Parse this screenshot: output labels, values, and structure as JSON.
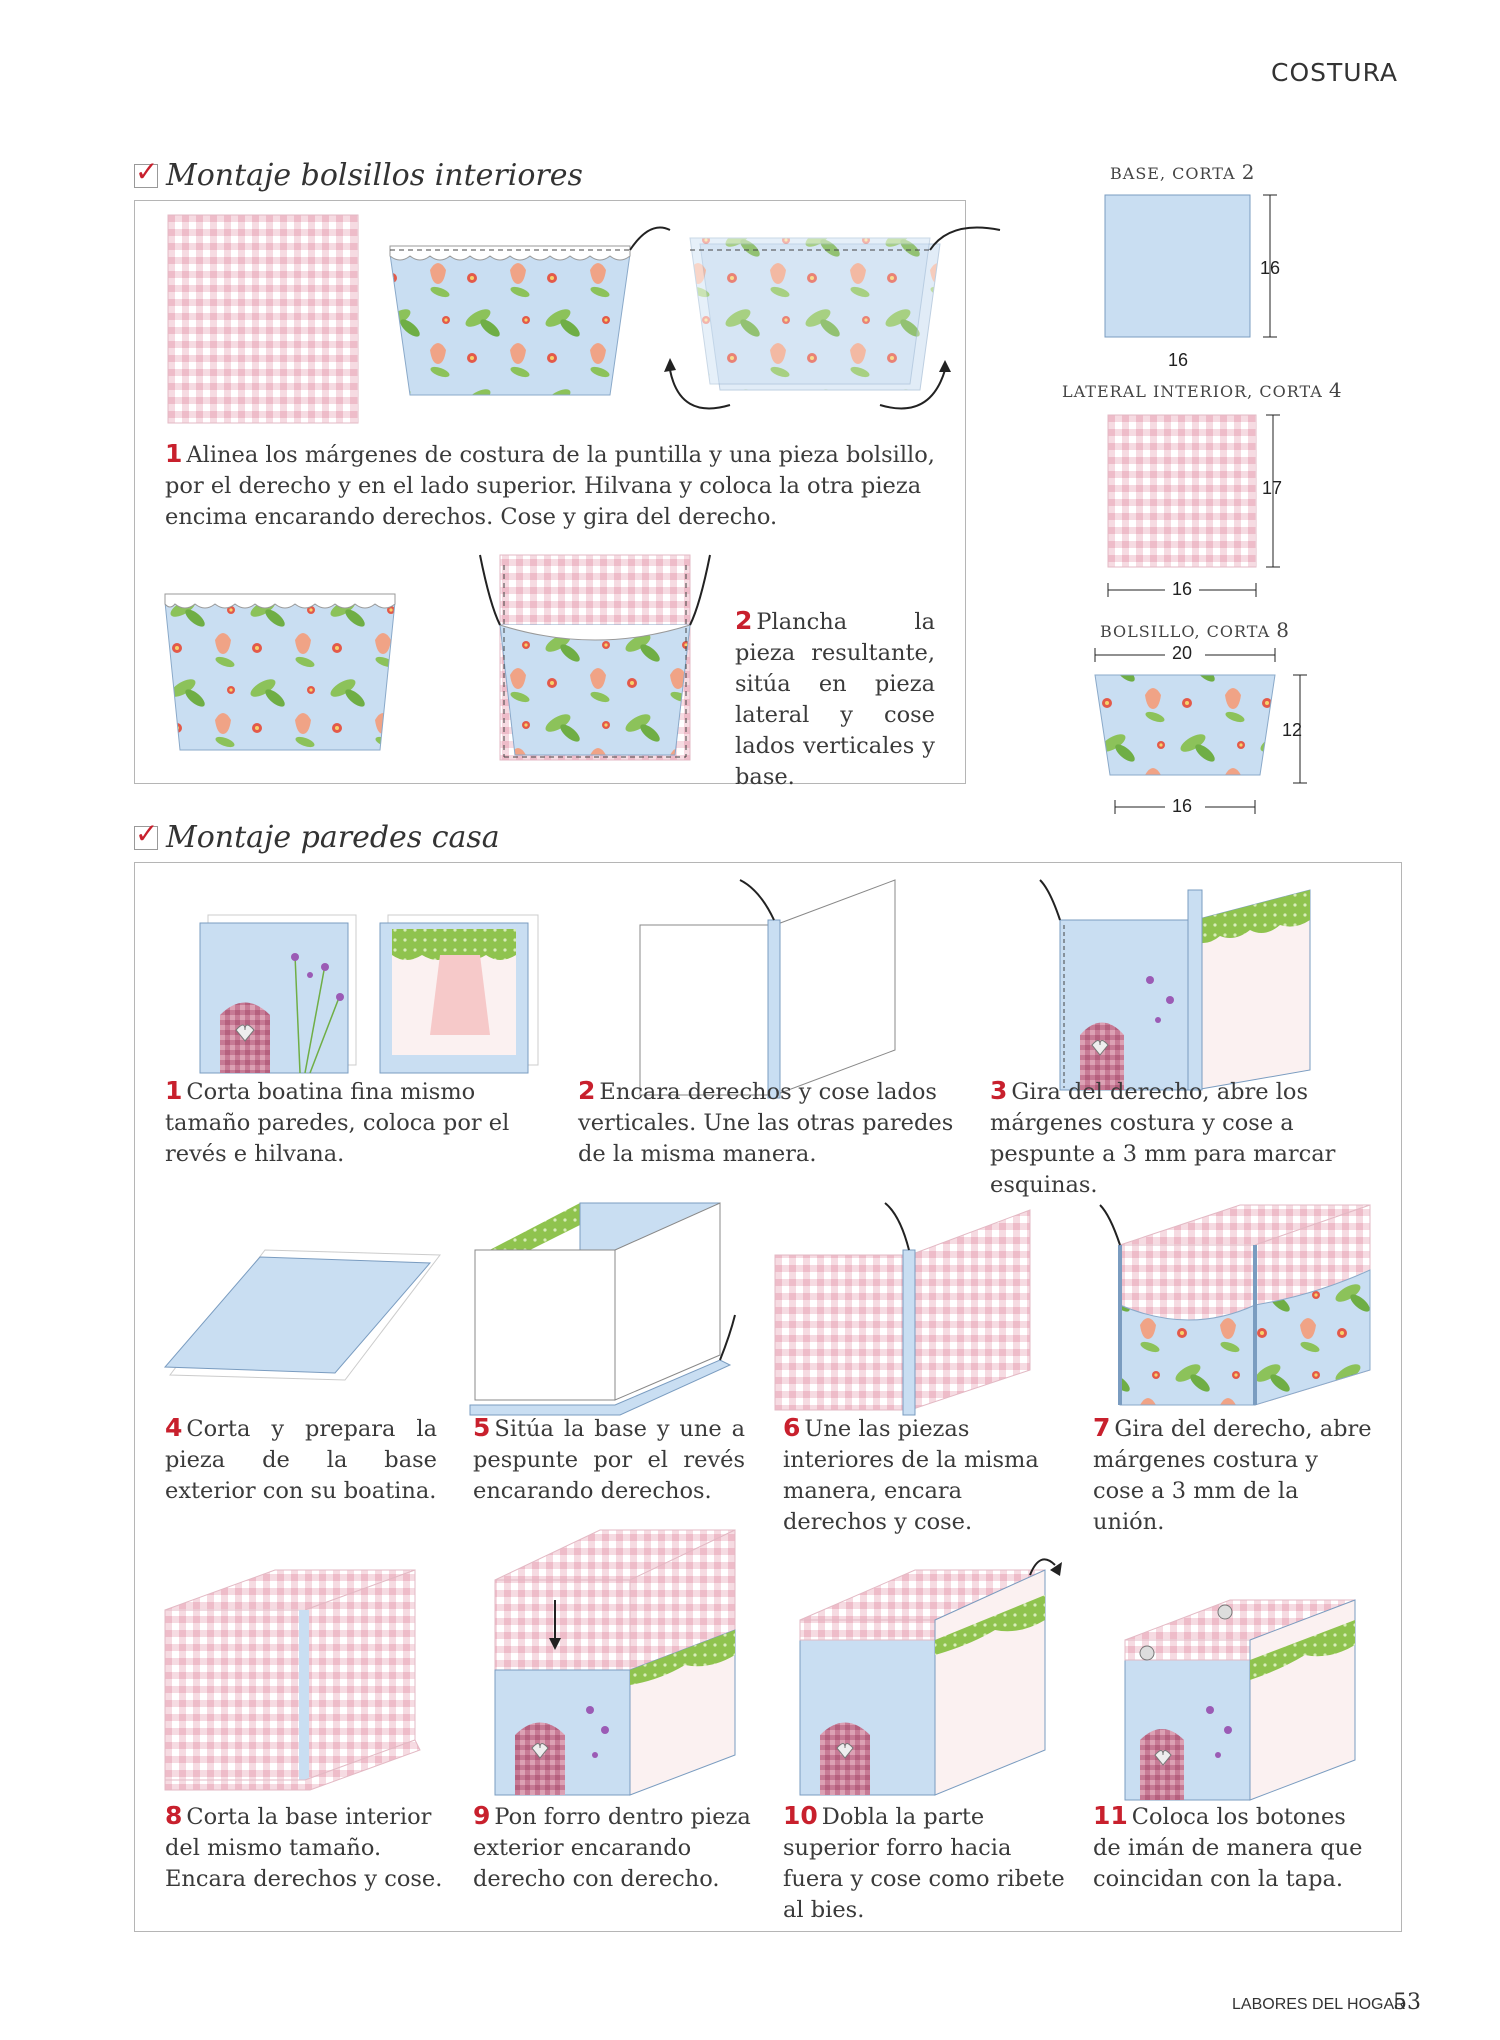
{
  "header": {
    "section": "COSTURA"
  },
  "section1": {
    "title": "Montaje bolsillos interiores",
    "steps": [
      {
        "num": "1",
        "text": "Alinea los márgenes de costura de la puntilla y una pieza bolsillo, por el derecho y en el lado superior. Hilvana y coloca la otra pieza encima encarando derechos. Cose y gira del derecho."
      },
      {
        "num": "2",
        "text": "Plancha la pieza resultante, sitúa en pieza lateral y cose lados verticales y base."
      }
    ]
  },
  "dimensions": {
    "base": {
      "label": "BASE, CORTA",
      "count": "2",
      "h": "16",
      "w": "16"
    },
    "lateral": {
      "label": "LATERAL INTERIOR, CORTA",
      "count": "4",
      "h": "17",
      "w": "16"
    },
    "bolsillo": {
      "label": "BOLSILLO, CORTA",
      "count": "8",
      "top": "20",
      "h": "12",
      "bottom": "16"
    }
  },
  "section2": {
    "title": "Montaje paredes casa",
    "steps": [
      {
        "num": "1",
        "text": "Corta boatina fina mismo tamaño paredes, coloca por el revés e hilvana."
      },
      {
        "num": "2",
        "text": "Encara derechos y cose lados verticales. Une las otras paredes de la misma manera."
      },
      {
        "num": "3",
        "text": "Gira del derecho, abre los márgenes costura y cose a pespunte a 3 mm para marcar esquinas."
      },
      {
        "num": "4",
        "text": "Corta y prepara la pieza de la base exterior con su boatina."
      },
      {
        "num": "5",
        "text": "Sitúa la base y une a pespunte por el revés encarando derechos."
      },
      {
        "num": "6",
        "text": "Une las piezas interiores de la misma manera, encara derechos y cose."
      },
      {
        "num": "7",
        "text": "Gira del derecho, abre márgenes costura y cose a 3 mm de la unión."
      },
      {
        "num": "8",
        "text": "Corta la base interior del mismo tamaño. Encara derechos y cose."
      },
      {
        "num": "9",
        "text": "Pon forro dentro pieza exterior encarando derecho con derecho."
      },
      {
        "num": "10",
        "text": "Dobla la parte superior forro hacia fuera y cose como ribete al bies."
      },
      {
        "num": "11",
        "text": "Coloca los botones de imán de manera que coincidan con la tapa."
      }
    ]
  },
  "footer": {
    "magazine": "LABORES DEL HOGAR",
    "page": "53"
  },
  "colors": {
    "accent": "#c8202d",
    "light_blue": "#c9def2",
    "pink_gingham": "#f1c9d3",
    "green_dot": "#8fc34e"
  }
}
